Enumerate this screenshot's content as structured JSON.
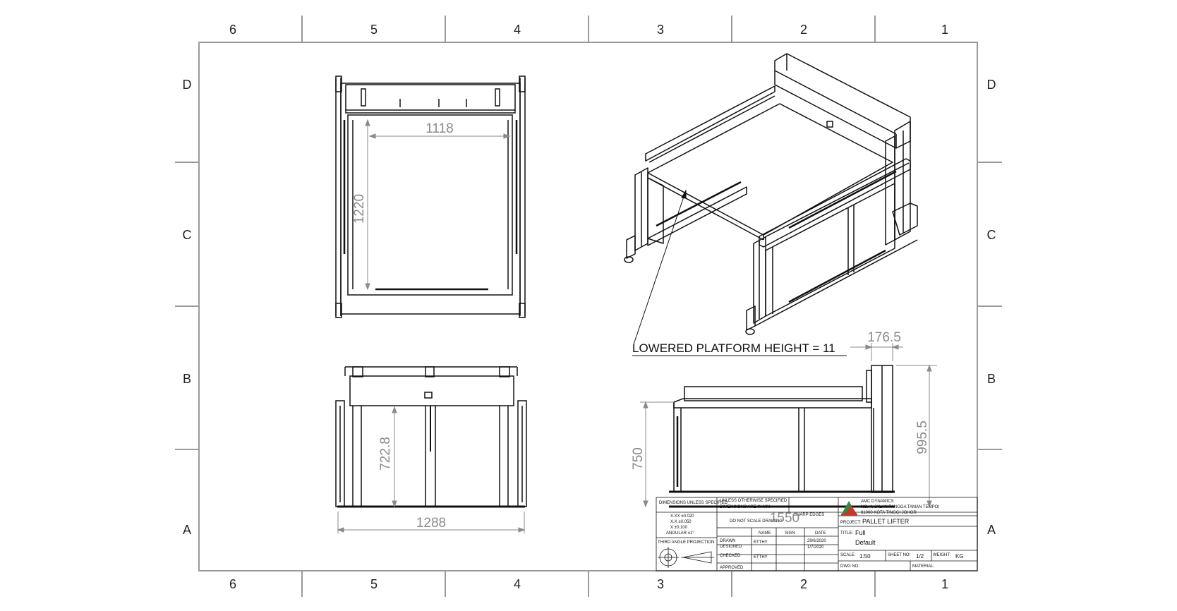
{
  "sheet": {
    "columns_top": [
      "6",
      "5",
      "4",
      "3",
      "2",
      "1"
    ],
    "columns_bottom": [
      "6",
      "5",
      "4",
      "3",
      "2",
      "1"
    ],
    "rows_left": [
      "D",
      "C",
      "B",
      "A"
    ],
    "rows_right": [
      "D",
      "C",
      "B",
      "A"
    ]
  },
  "dimensions": {
    "top_width": "1118",
    "top_depth": "1220",
    "front_height": "722.8",
    "front_width": "1288",
    "side_offset": "176.5",
    "side_height_total": "995.5",
    "side_height": "750",
    "side_width": "1550"
  },
  "note": {
    "platform": "LOWERED PLATFORM HEIGHT = 11"
  },
  "title_block": {
    "left_header": "DIMENSIONS UNLESS SPECIFIED",
    "left_sub1": "UNLESS OTHERWISE SPECIFIED",
    "left_sub2": "DIMENSIONS ARE IN MM",
    "tol1": "X.XX ±0.020",
    "tol2": "X.X ±0.050",
    "tol3": "X ±0.100",
    "angular": "ANGULAR ±1°",
    "no_scale": "DO NOT SCALE DRAWING",
    "sharp": "SHARP EDGES",
    "projection": "THIRD ANGLE PROJECTION",
    "col_name": "NAME",
    "col_sign": "SIGN",
    "col_date": "DATE",
    "drawn": "DRAWN",
    "drawn_by": "ETTHY",
    "drawn_date": "29/6/2020",
    "designed": "DESIGNED",
    "designed_date": "1/7/2020",
    "checked": "CHECKED",
    "checked_by": "ETTHY",
    "approved": "APPROVED",
    "company1": "AMC DYNAMICS",
    "company2": "NO. 4, JALAN PANGGA TAMAN TEMPOI",
    "company3": "81000 KOTA TINGGI JOHOR",
    "project_label": "PROJECT:",
    "project": "PALLET LIFTER",
    "title_label": "TITLE:",
    "title_value": "Full",
    "config": "Default",
    "scale_label": "SCALE:",
    "scale": "1:50",
    "sheet_label": "SHEET NO:",
    "sheet_no": "1/2",
    "weight_label": "WEIGHT:",
    "weight": "KG",
    "dwg_label": "DWG NO:",
    "material_label": "MATERIAL:"
  },
  "colors": {
    "line": "#111111",
    "frame": "#9a9a9a",
    "dimension": "#8a8a8a",
    "logo_red": "#c0392b",
    "logo_green": "#2e8b3d"
  },
  "icons": [
    "third-angle-projection-icon",
    "company-logo-icon"
  ]
}
